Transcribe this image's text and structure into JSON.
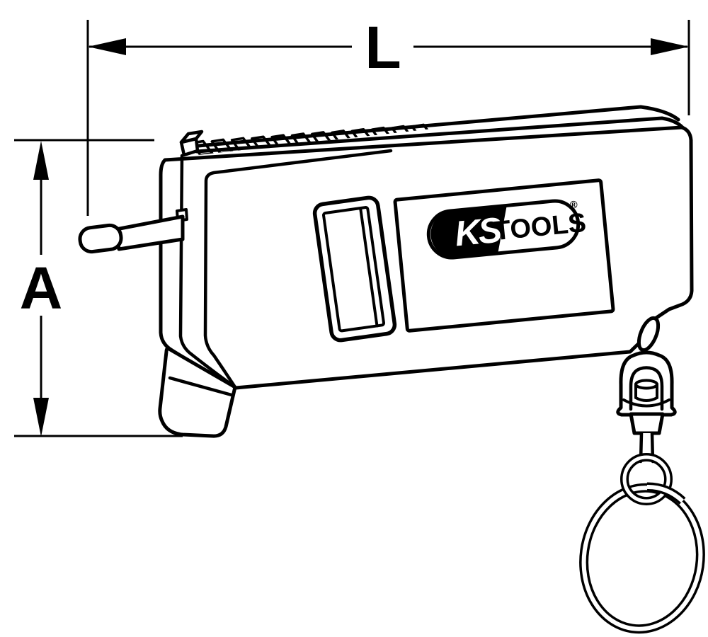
{
  "figure": {
    "kind": "technical-line-drawing",
    "background": "#ffffff",
    "line_color": "#000000"
  },
  "dimension_labels": {
    "length": "L",
    "height": "A"
  },
  "logo": {
    "ks": "KS",
    "tools": "TOOLS",
    "registered": "®",
    "badge_bg": "#000000",
    "badge_text": "#ffffff"
  }
}
